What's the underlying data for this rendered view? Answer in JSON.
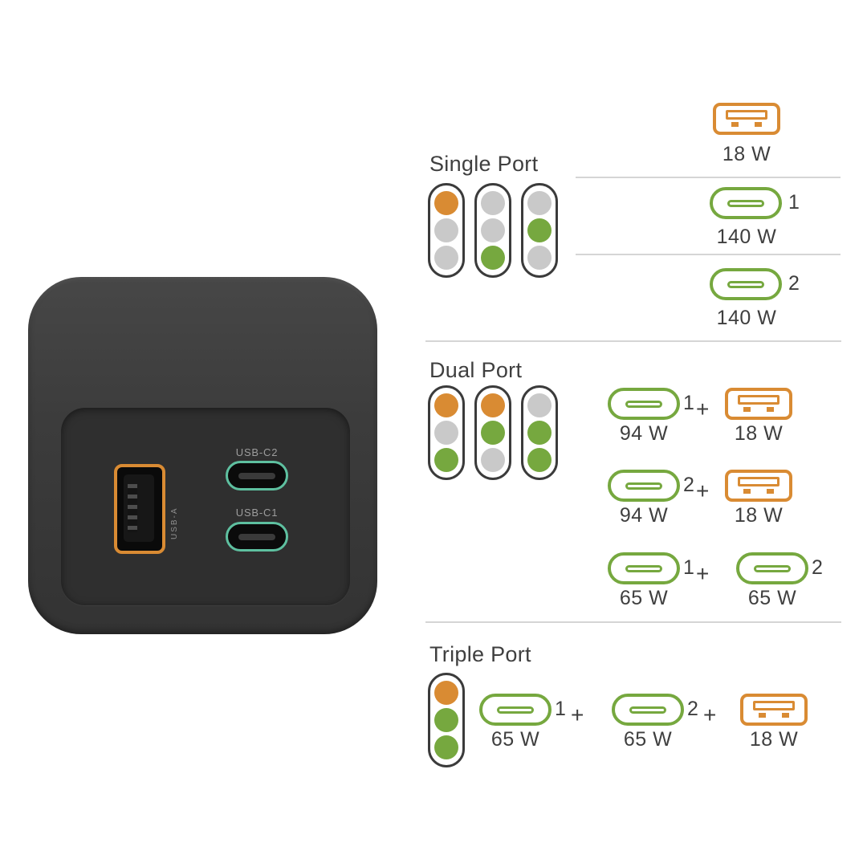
{
  "colors": {
    "orange": "#D98B33",
    "green": "#76A83F",
    "mint": "#5EC0A0",
    "dot_gray": "#C9C9C9",
    "pill_border": "#3B3B3B",
    "text": "#3F3F3F",
    "divider": "#D5D5D5"
  },
  "device": {
    "usb_a_label": "USB-A",
    "usb_c2_label": "USB-C2",
    "usb_c1_label": "USB-C1"
  },
  "plus": "+",
  "sections": [
    {
      "id": "single",
      "title": "Single Port",
      "indicators": [
        [
          "orange",
          "gray",
          "gray"
        ],
        [
          "gray",
          "gray",
          "green"
        ],
        [
          "gray",
          "green",
          "gray"
        ]
      ],
      "combos": [
        [
          {
            "port": "usb-a",
            "watt": "18 W"
          }
        ],
        [
          {
            "port": "usb-c",
            "num": "1",
            "watt": "140 W"
          }
        ],
        [
          {
            "port": "usb-c",
            "num": "2",
            "watt": "140 W"
          }
        ]
      ]
    },
    {
      "id": "dual",
      "title": "Dual Port",
      "indicators": [
        [
          "orange",
          "gray",
          "green"
        ],
        [
          "orange",
          "green",
          "gray"
        ],
        [
          "gray",
          "green",
          "green"
        ]
      ],
      "combos": [
        [
          {
            "port": "usb-c",
            "num": "1",
            "watt": "94 W"
          },
          {
            "port": "usb-a",
            "watt": "18 W"
          }
        ],
        [
          {
            "port": "usb-c",
            "num": "2",
            "watt": "94 W"
          },
          {
            "port": "usb-a",
            "watt": "18 W"
          }
        ],
        [
          {
            "port": "usb-c",
            "num": "1",
            "watt": "65 W"
          },
          {
            "port": "usb-c",
            "num": "2",
            "watt": "65 W"
          }
        ]
      ]
    },
    {
      "id": "triple",
      "title": "Triple Port",
      "indicators": [
        [
          "orange",
          "green",
          "green"
        ]
      ],
      "combos": [
        [
          {
            "port": "usb-c",
            "num": "1",
            "watt": "65 W"
          },
          {
            "port": "usb-c",
            "num": "2",
            "watt": "65 W"
          },
          {
            "port": "usb-a",
            "watt": "18 W"
          }
        ]
      ]
    }
  ]
}
